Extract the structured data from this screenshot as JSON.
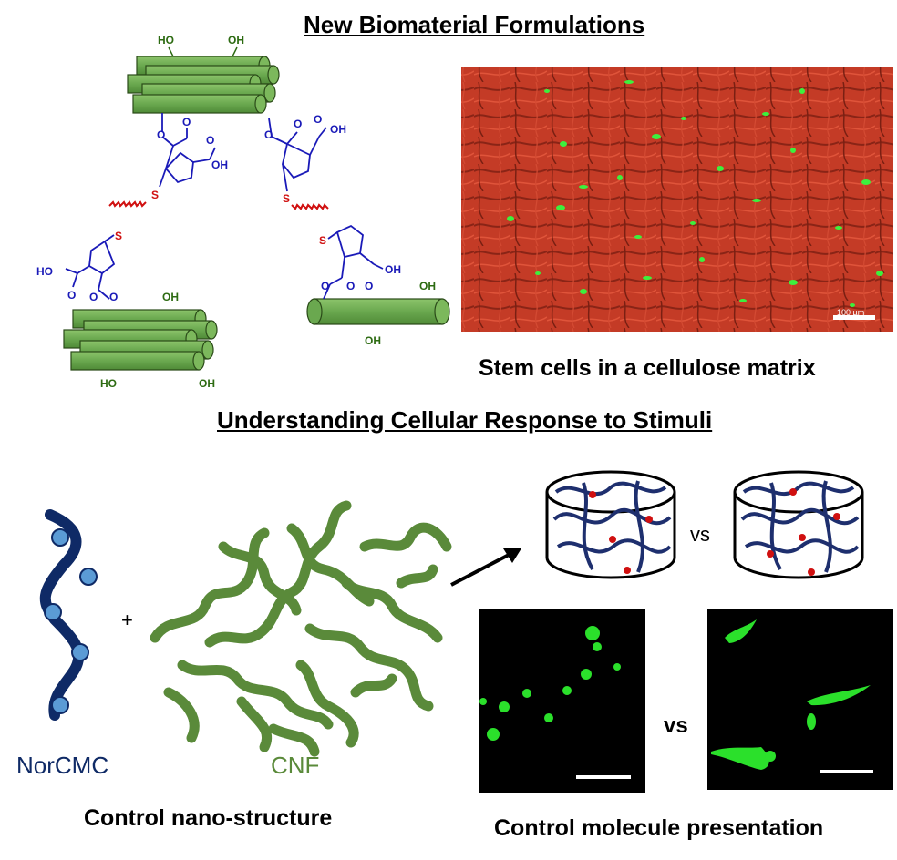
{
  "headings": {
    "top": "New Biomaterial Formulations",
    "middle": "Understanding Cellular Response to Stimuli"
  },
  "captions": {
    "stem_cells": "Stem cells in a cellulose matrix",
    "nano_structure": "Control nano-structure",
    "molecule_presentation": "Control molecule presentation"
  },
  "labels": {
    "norcmc": "NorCMC",
    "cnf": "CNF",
    "plus": "+",
    "vs_hydrogel": "vs",
    "vs_micrograph": "vs",
    "oh": "OH",
    "ho": "HO",
    "s": "S",
    "o": "O",
    "scale_bar_text": "100 µm"
  },
  "colors": {
    "cellulose_green": "#6aa84f",
    "cellulose_dark": "#3d6b22",
    "linker_blue": "#1a1ab8",
    "thiol_red": "#d01010",
    "polymer_navy": "#0f2a66",
    "bead_blue": "#5b9bd5",
    "cnf_green": "#5a8a3a",
    "matrix_red": "#c83a24",
    "cell_green": "#22dd22"
  },
  "icons": [
    "cellulose-bundle-icon",
    "norbornene-linker-icon",
    "hydrogel-cylinder-icon",
    "arrow-right-icon"
  ]
}
